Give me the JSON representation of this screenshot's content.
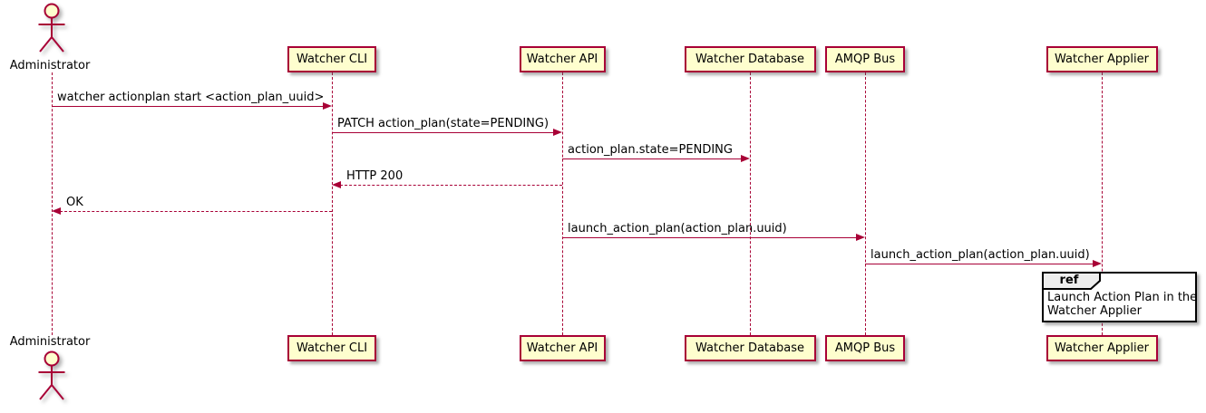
{
  "diagram": {
    "type": "uml-sequence-diagram",
    "colors": {
      "accent": "#A80036",
      "participant_fill": "#FEFECE",
      "ref_header_fill": "#EEEEEE",
      "ref_border": "#000000",
      "background": "#FFFFFF",
      "text": "#000000"
    },
    "participants": [
      {
        "id": "administrator",
        "kind": "actor",
        "label": "Administrator"
      },
      {
        "id": "watcher_cli",
        "kind": "participant",
        "label": "Watcher CLI"
      },
      {
        "id": "watcher_api",
        "kind": "participant",
        "label": "Watcher API"
      },
      {
        "id": "watcher_database",
        "kind": "participant",
        "label": "Watcher Database"
      },
      {
        "id": "amqp_bus",
        "kind": "participant",
        "label": "AMQP Bus"
      },
      {
        "id": "watcher_applier",
        "kind": "participant",
        "label": "Watcher Applier"
      }
    ],
    "messages": [
      {
        "from": "administrator",
        "to": "watcher_cli",
        "text": "watcher actionplan start <action_plan_uuid>",
        "line": "solid"
      },
      {
        "from": "watcher_cli",
        "to": "watcher_api",
        "text": "PATCH action_plan(state=PENDING)",
        "line": "solid"
      },
      {
        "from": "watcher_api",
        "to": "watcher_database",
        "text": "action_plan.state=PENDING",
        "line": "solid"
      },
      {
        "from": "watcher_api",
        "to": "watcher_cli",
        "text": "HTTP 200",
        "line": "dashed"
      },
      {
        "from": "watcher_cli",
        "to": "administrator",
        "text": "OK",
        "line": "dashed"
      },
      {
        "from": "watcher_api",
        "to": "amqp_bus",
        "text": "launch_action_plan(action_plan.uuid)",
        "line": "solid"
      },
      {
        "from": "amqp_bus",
        "to": "watcher_applier",
        "text": "launch_action_plan(action_plan.uuid)",
        "line": "solid"
      }
    ],
    "ref": {
      "keyword": "ref",
      "over": "watcher_applier",
      "lines": [
        "Launch Action Plan in the",
        "Watcher Applier"
      ]
    }
  }
}
